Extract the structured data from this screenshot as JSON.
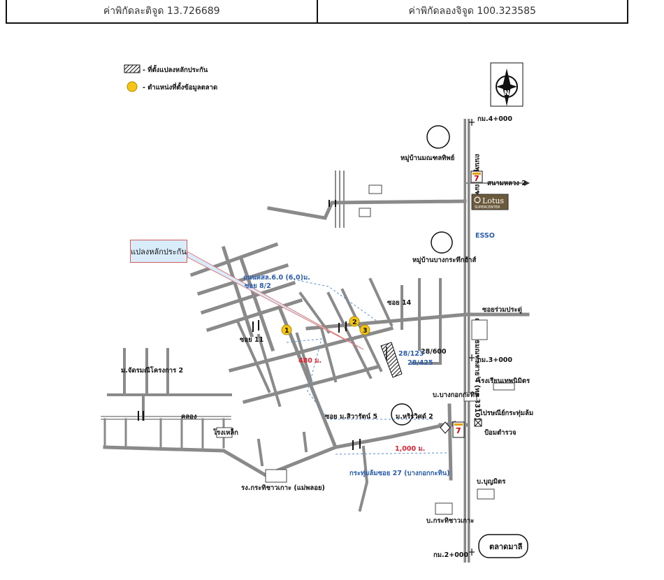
{
  "header": {
    "latitude_label": "ค่าพิกัดละติจูด 13.726689",
    "longitude_label": "ค่าพิกัดลองจิจูด 100.323585"
  },
  "legend": {
    "plot_label": "- ที่ตั้งแปลงหลักประกัน",
    "market_label": "- ตำแหน่งที่ตั้งข้อมูลตลาด"
  },
  "callout": {
    "label": "แปลงหลักประกัน"
  },
  "labels": {
    "km4": "กม.4+000",
    "km3": "กม.3+000",
    "km2": "กม.2+000",
    "village_mongkol": "หมู่บ้านมณฑลทิพย์",
    "village_bangkrathuek": "หมู่บ้านบางกระทึกฮ้าส์",
    "sanam_luang": "สนามหลวง 2",
    "esso": "ESSO",
    "lotus_name": "Lotus",
    "lotus_sub": "SUPERCENTER",
    "soi_ruam": "ซอยร่วมประดู่",
    "soi_14": "ซอย 14",
    "soi_11": "ซอย 11",
    "road_note1": "ถนนคสล.6.0 (6.0)ม.",
    "road_note2": "ซอย 8/2",
    "addr1": "28/123",
    "addr2": "28/600",
    "addr3": "28/425",
    "dist_480": "480 ม.",
    "dist_1000": "1,000 ม.",
    "village_chatmanee": "ม.จัดรมณีโครงการ 2",
    "canal": "คลอง",
    "steel": "โรงเหล็ก",
    "soi_siwarat": "ซอย ม.สิวารัตน์ 5",
    "m_hariwit": "ม.หริรวิศด์ 2",
    "school": "โรงเรียนเทพนิมิตร",
    "bang_kathin": "บ.บางกอกกะทิน",
    "post_office": "ไปรษณีย์กระทุ่มล้ม",
    "police": "ป้อมตำรวจ",
    "factory": "รง.กระทิชาวเกาะ (แม่พลอย)",
    "soi_27": "กระทุ่มล้มซอย 27 (บางกอกกะทิน)",
    "b_boonmit": "บ.บุญมิตร",
    "b_krathi": "บ.กระทิชาวเกาะ",
    "market": "ตลาดมาลี",
    "highway": "ถนนพุทธมณฑลสาย 4 (ทล.3310)",
    "highway_top": "ถนนพุทธมณฑล",
    "marker1": "1",
    "marker2": "2",
    "marker3": "3",
    "seven": "7",
    "north": "N"
  },
  "colors": {
    "road": "#8a8a8a",
    "highway": "#888888",
    "marker_fill": "#f5c518",
    "marker_stroke": "#b08800",
    "accent_blue": "#2a5db0",
    "accent_red": "#d23"
  }
}
